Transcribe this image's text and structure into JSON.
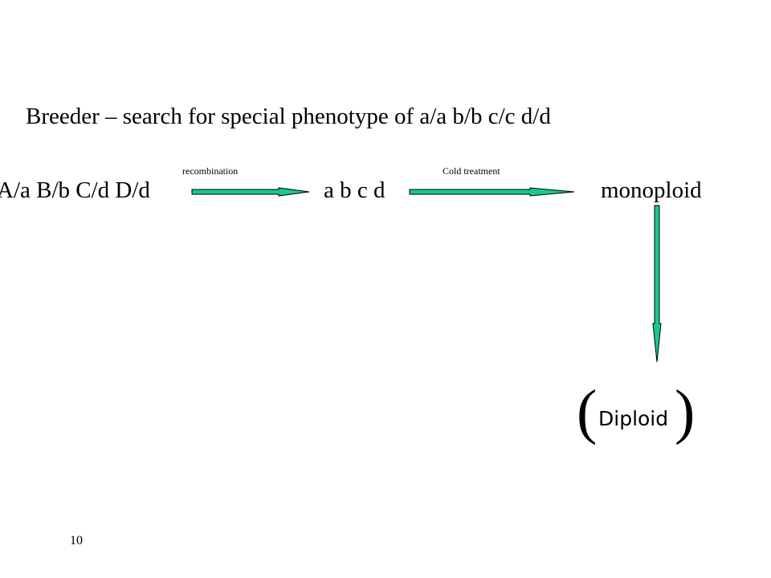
{
  "slide": {
    "title": "Breeder – search for special phenotype of a/a b/b c/c d/d",
    "page_number": "10"
  },
  "diagram": {
    "nodes": {
      "genotype": "A/a B/b C/d D/d",
      "gametes": "a b c d",
      "monoploid": "monoploid",
      "diploid": "Diploid"
    },
    "edges": {
      "recombination": "recombination",
      "cold_treatment": "Cold treatment"
    },
    "colors": {
      "arrow_fill": "#18c98a",
      "arrow_outline": "#000000"
    }
  }
}
